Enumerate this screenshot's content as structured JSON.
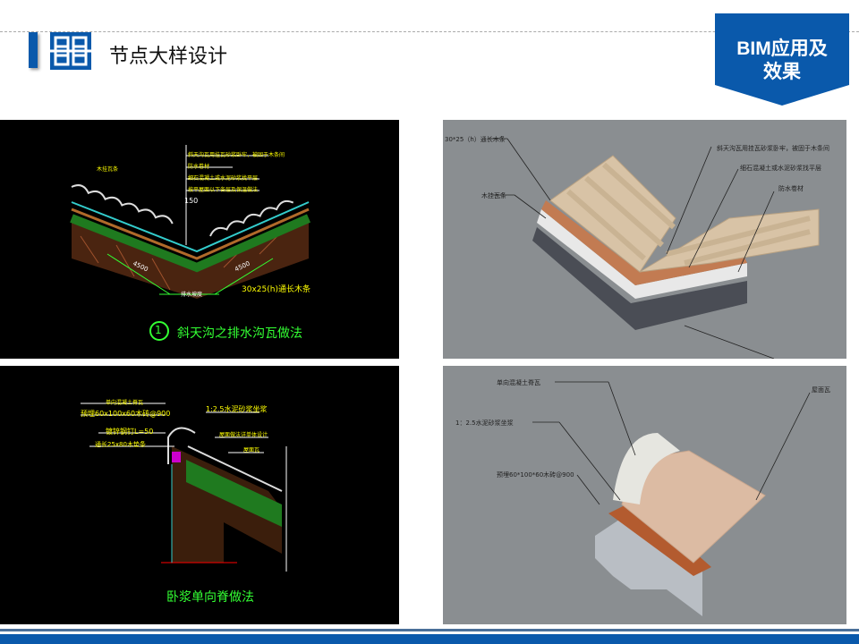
{
  "header": {
    "title": "节点大样设计",
    "badge_line1": "BIM应用及",
    "badge_line2": "效果"
  },
  "panels": {
    "cad_valley": {
      "labels": [
        "斜天沟瓦用挂瓦砂浆卧牢，被固于木条间",
        "防水卷材",
        "细石混凝土或水泥砂浆找平层",
        "按平屋面以下各层及保温做法",
        "木挂瓦条",
        "150",
        "4500",
        "4500",
        "30x25(h)通长木条",
        "排水坡度"
      ],
      "number": "1",
      "caption": "斜天沟之排水沟瓦做法"
    },
    "cad_ridge": {
      "labels": [
        "单向混凝土脊瓦",
        "1:2.5水泥砂浆坐浆",
        "预埋60x100x60木砖@900",
        "镀锌钢钉L=50",
        "通长25x80木垫条",
        "屋面做法详单体设计",
        "屋面瓦"
      ],
      "caption": "卧浆单向脊做法"
    },
    "bim_valley": {
      "labels": [
        "30*25（h）通长木条",
        "木挂瓦条",
        "斜天沟瓦用挂瓦砂浆卧牢，被固于木条间",
        "细石混凝土或水泥砂浆找平层",
        "防水卷材"
      ]
    },
    "bim_ridge": {
      "labels": [
        "单向混凝土脊瓦",
        "1：2.5水泥砂浆坐浆",
        "预埋60*100*60木砖@900",
        "屋面瓦"
      ]
    }
  },
  "colors": {
    "brand": "#0a59ab",
    "cad_text": "#ffff00",
    "cad_caption": "#33ff33",
    "render_bg": "#8a8e91"
  }
}
